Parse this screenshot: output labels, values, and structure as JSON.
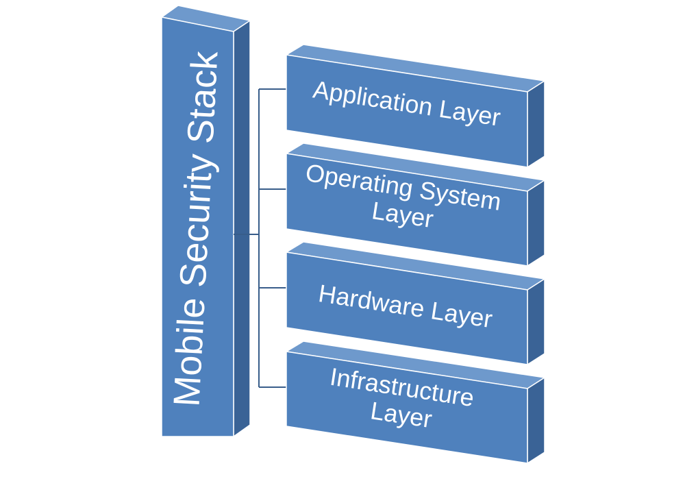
{
  "stack": {
    "title": "Mobile Security Stack"
  },
  "layers": [
    {
      "lines": [
        "Application Layer"
      ]
    },
    {
      "lines": [
        "Operating System",
        "Layer"
      ]
    },
    {
      "lines": [
        "Hardware Layer"
      ]
    },
    {
      "lines": [
        "Infrastructure",
        "Layer"
      ]
    }
  ],
  "colors": {
    "face": "#4f81bd",
    "top": "#6e99cc",
    "side": "#3a6396",
    "connector": "#385d8a",
    "outline": "#ffffff"
  }
}
